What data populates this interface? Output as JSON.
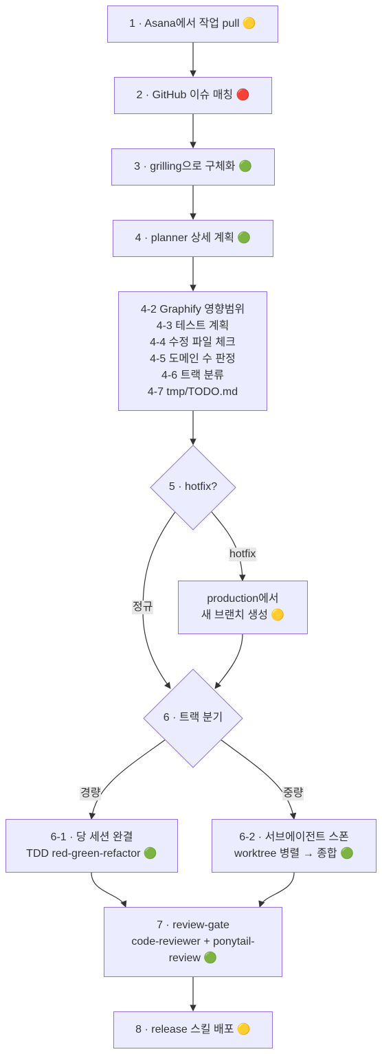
{
  "nodes": {
    "n1": {
      "lines": [
        "1 · Asana에서 작업 pull 🟡"
      ]
    },
    "n2": {
      "lines": [
        "2 · GitHub 이슈 매칭 🔴"
      ]
    },
    "n3": {
      "lines": [
        "3 · grilling으로 구체화 🟢"
      ]
    },
    "n4": {
      "lines": [
        "4 · planner 상세 계획 🟢"
      ]
    },
    "n4x": {
      "lines": [
        "4-2 Graphify 영향범위",
        "4-3 테스트 계획",
        "4-4 수정 파일 체크",
        "4-5 도메인 수 판정",
        "4-6 트랙 분류",
        "4-7 tmp/TODO.md"
      ]
    },
    "d5": {
      "lines": [
        "5 · hotfix?"
      ]
    },
    "nprod": {
      "lines": [
        "production에서",
        "새 브랜치 생성 🟡"
      ]
    },
    "d6": {
      "lines": [
        "6 · 트랙 분기"
      ]
    },
    "n61": {
      "lines": [
        "6-1 · 당 세션 완결",
        "TDD red-green-refactor 🟢"
      ]
    },
    "n62": {
      "lines": [
        "6-2 · 서브에이전트 스폰",
        "worktree 병렬 → 종합 🟢"
      ]
    },
    "n7": {
      "lines": [
        "7 · review-gate",
        "code-reviewer + ponytail-",
        "review 🟢"
      ]
    },
    "n8": {
      "lines": [
        "8 · release 스킬 배포 🟡"
      ]
    }
  },
  "edge_labels": {
    "hotfix": "hotfix",
    "regular": "정규",
    "light": "경량",
    "heavy": "중량"
  },
  "colors": {
    "node_fill": "#ECECFF",
    "node_stroke": "#9370DB",
    "edge": "#333333",
    "label_bg": "#e8e8e8"
  }
}
